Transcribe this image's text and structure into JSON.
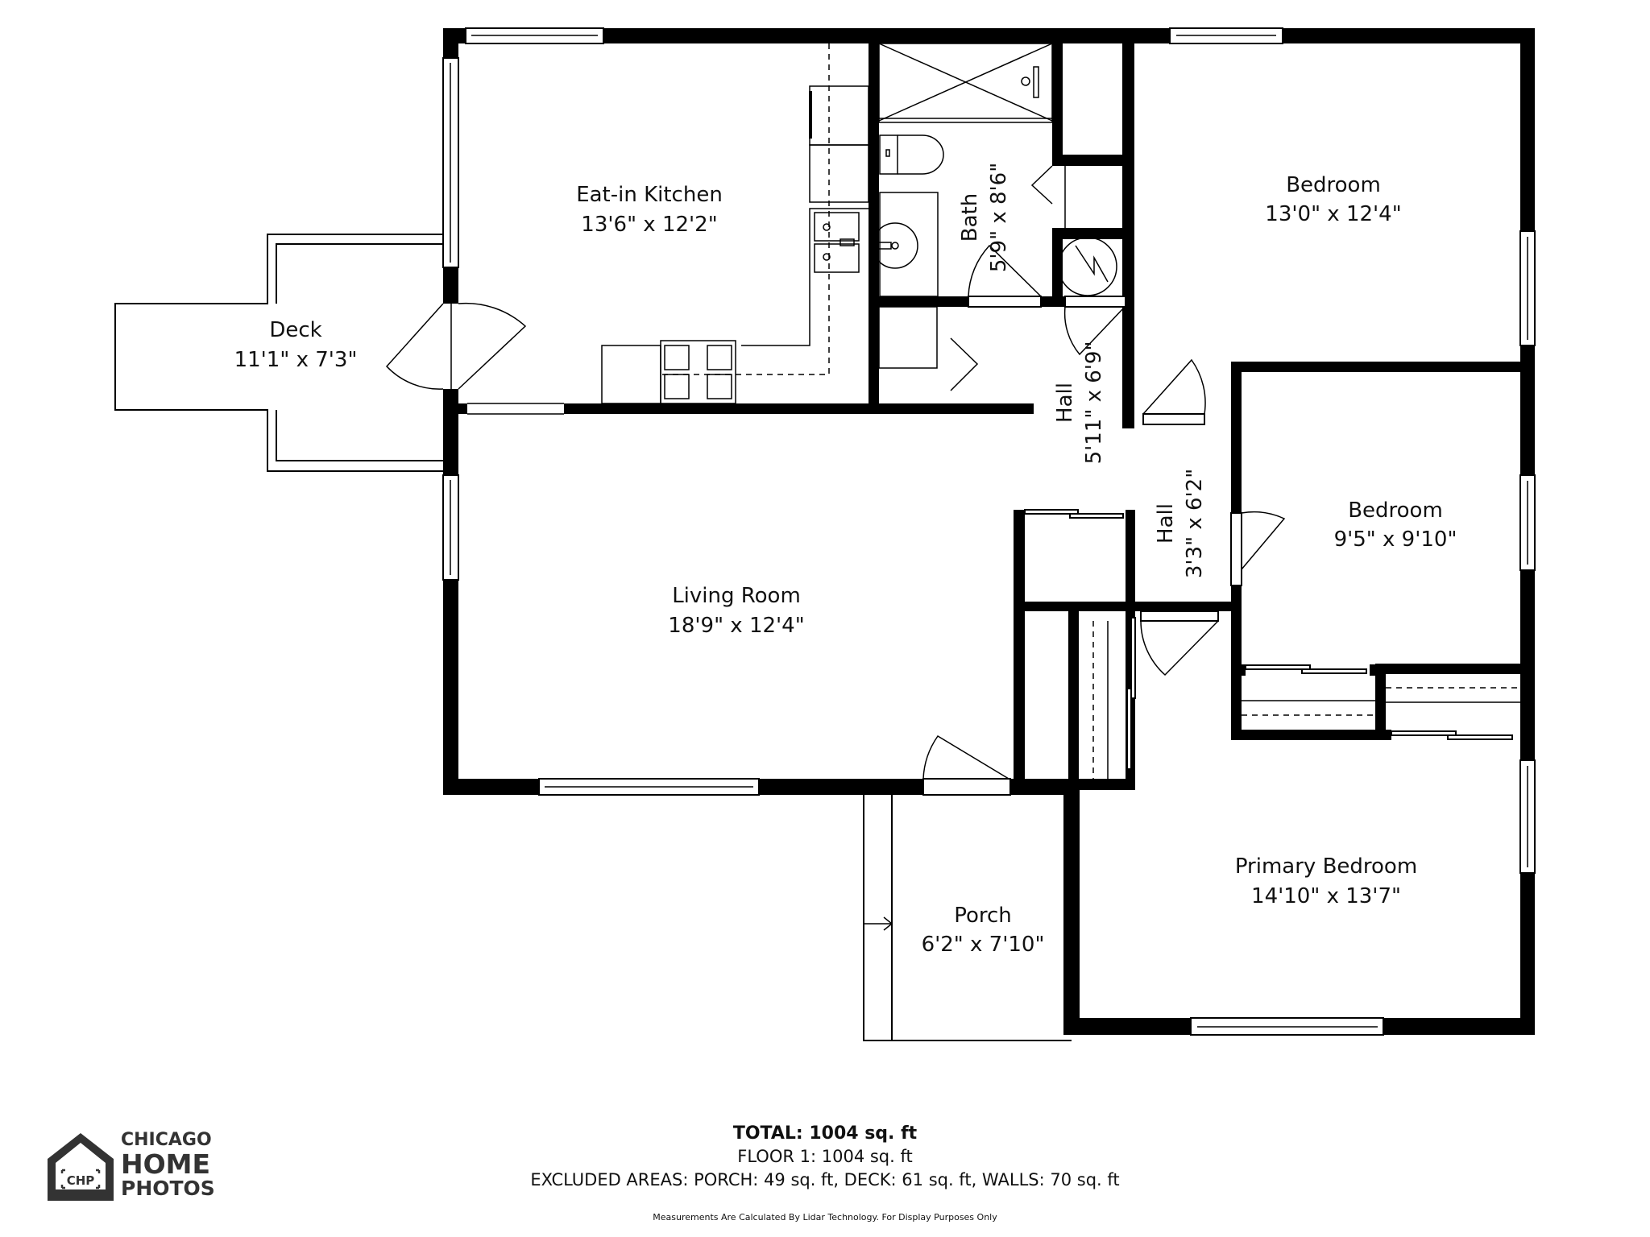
{
  "plan": {
    "rooms": [
      {
        "id": "kitchen",
        "name": "Eat-in Kitchen",
        "dims": "13'6\" x 12'2\""
      },
      {
        "id": "deck",
        "name": "Deck",
        "dims": "11'1\" x 7'3\""
      },
      {
        "id": "bath",
        "name": "Bath",
        "dims": "5'9\" x 8'6\""
      },
      {
        "id": "bedroom1",
        "name": "Bedroom",
        "dims": "13'0\" x 12'4\""
      },
      {
        "id": "hall1",
        "name": "Hall",
        "dims": "5'11\" x 6'9\""
      },
      {
        "id": "hall2",
        "name": "Hall",
        "dims": "3'3\" x 6'2\""
      },
      {
        "id": "bedroom2",
        "name": "Bedroom",
        "dims": "9'5\" x 9'10\""
      },
      {
        "id": "living",
        "name": "Living Room",
        "dims": "18'9\" x 12'4\""
      },
      {
        "id": "primary",
        "name": "Primary Bedroom",
        "dims": "14'10\" x 13'7\""
      },
      {
        "id": "porch",
        "name": "Porch",
        "dims": "6'2\" x 7'10\""
      }
    ]
  },
  "summary": {
    "total": "TOTAL: 1004 sq. ft",
    "floor1": "FLOOR 1: 1004 sq. ft",
    "excluded": "EXCLUDED AREAS: PORCH: 49 sq. ft, DECK: 61 sq. ft, WALLS: 70 sq. ft",
    "disclaimer": "Measurements Are Calculated By Lidar Technology. For Display Purposes Only"
  },
  "logo": {
    "badge": "CHP",
    "line1": "CHICAGO",
    "line2": "HOME",
    "line3": "PHOTOS",
    "color": "#333333"
  },
  "colors": {
    "wall": "#000000",
    "background": "#ffffff",
    "text": "#111111"
  }
}
